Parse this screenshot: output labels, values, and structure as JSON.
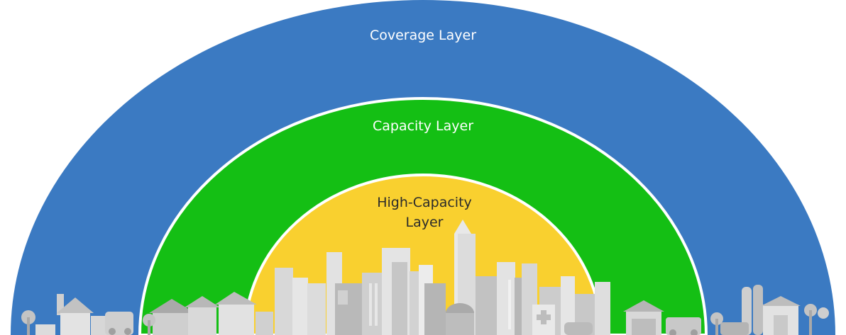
{
  "layers": [
    {
      "label": "Coverage Layer",
      "color": "#3b7ac2",
      "text_color": "#ffffff"
    },
    {
      "label": "Capacity Layer",
      "color": "#14bf14",
      "text_color": "#ffffff"
    },
    {
      "label_lines": [
        "High-Capacity",
        "Layer"
      ],
      "color": "#f9d02f",
      "text_color": "#2b2b2b"
    }
  ],
  "scenery": {
    "rural": "farm-silo-barn-icons",
    "suburban": "houses-and-vehicles-icons",
    "urban": "city-skyline-icons",
    "building_color": "#c8c8c8",
    "building_dark": "#a9a9a9"
  }
}
